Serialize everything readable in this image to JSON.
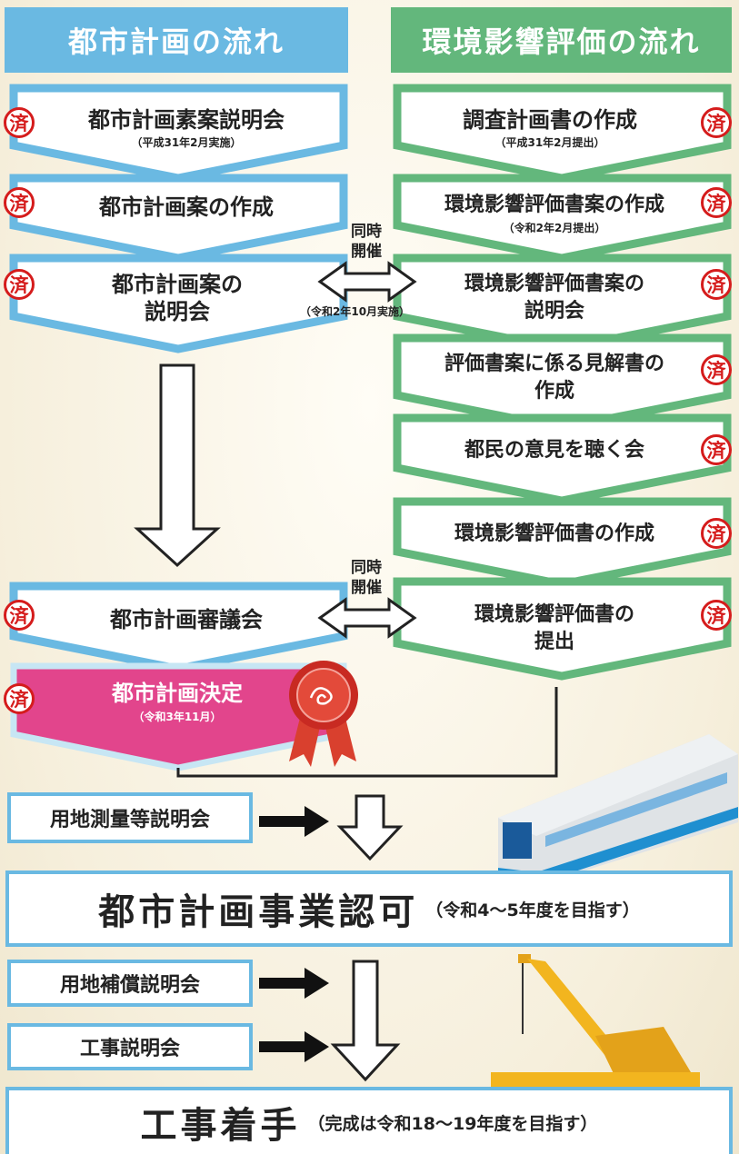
{
  "headers": {
    "city": "都市計画の流れ",
    "env": "環境影響評価の流れ"
  },
  "done_mark": "済",
  "city_steps": [
    {
      "label": "都市計画素案説明会",
      "note": "（平成31年2月実施）"
    },
    {
      "label": "都市計画案の作成",
      "note": ""
    },
    {
      "label": "都市計画案の\n説明会",
      "note": ""
    },
    {
      "label": "都市計画審議会",
      "note": ""
    },
    {
      "label": "都市計画決定",
      "note": "（令和3年11月）"
    }
  ],
  "env_steps": [
    {
      "label": "調査計画書の作成",
      "note": "（平成31年2月提出）"
    },
    {
      "label": "環境影響評価書案の作成",
      "note": "（令和2年2月提出）"
    },
    {
      "label": "環境影響評価書案の\n説明会",
      "note": ""
    },
    {
      "label": "評価書案に係る見解書の\n作成",
      "note": ""
    },
    {
      "label": "都民の意見を聴く会",
      "note": ""
    },
    {
      "label": "環境影響評価書の作成",
      "note": ""
    },
    {
      "label": "環境影響評価書の\n提出",
      "note": ""
    }
  ],
  "simultaneous_1": {
    "label": "同時\n開催",
    "note": "（令和2年10月実施）"
  },
  "simultaneous_2": {
    "label": "同時\n開催"
  },
  "briefings": {
    "land_survey": "用地測量等説明会",
    "land_compensation": "用地補償説明会",
    "construction": "工事説明会"
  },
  "approval": {
    "title": "都市計画事業認可",
    "note": "（令和4～5年度を目指す）"
  },
  "construction_start": {
    "title": "工事着手",
    "note": "（完成は令和18～19年度を目指す）"
  },
  "colors": {
    "city": "#6ab9e2",
    "env": "#63b77c",
    "decision": "#e2458c",
    "seal": "#d51c1c"
  }
}
